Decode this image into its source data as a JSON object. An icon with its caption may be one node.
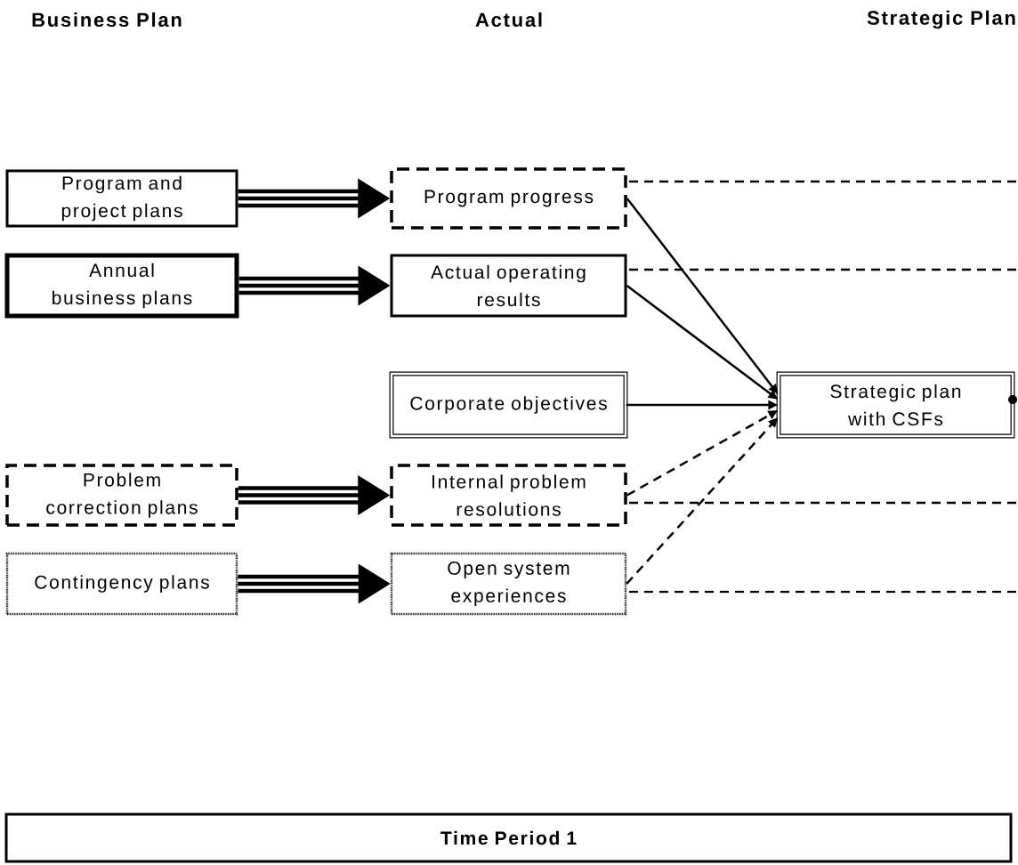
{
  "diagram": {
    "nodes": [
      {
        "text": [
          "Program and project plans"
        ]
      },
      {
        "text": [
          "Program progress"
        ]
      },
      {
        "text": [
          "Annual business plans"
        ]
      },
      {
        "text": [
          "Actual operating results"
        ]
      },
      {
        "text": [
          "Corporate objectives"
        ]
      },
      {
        "text": [
          "Strategic plan with CSFs"
        ]
      },
      {
        "text": [
          "Problem correction plans"
        ]
      },
      {
        "text": [
          "Internal problem resolutions"
        ]
      },
      {
        "text": [
          "Contingency plans"
        ]
      },
      {
        "text": [
          "Open system experiences"
        ]
      },
      {
        "text": [
          "Time Period 1"
        ]
      }
    ],
    "edges": [
      {
        "from": 0,
        "to": 1,
        "arrow": "to",
        "style": "thick"
      },
      {
        "from": 2,
        "to": 3,
        "arrow": "to",
        "style": "thick"
      },
      {
        "from": 6,
        "to": 7,
        "arrow": "to",
        "style": "thick"
      },
      {
        "from": 8,
        "to": 9,
        "arrow": "to",
        "style": "thick"
      },
      {
        "from": 1,
        "to": 5,
        "arrow": "to"
      },
      {
        "from": 3,
        "to": 5,
        "arrow": "to"
      },
      {
        "from": 4,
        "to": 5,
        "arrow": "to"
      },
      {
        "from": 7,
        "to": 5,
        "arrow": "to",
        "style": "dashed"
      },
      {
        "from": 9,
        "to": 5,
        "arrow": "to",
        "style": "dashed"
      },
      {
        "from": 1,
        "to": null,
        "arrow": "none",
        "style": "dashed"
      },
      {
        "from": 3,
        "to": null,
        "arrow": "none",
        "style": "dashed"
      },
      {
        "from": 7,
        "to": null,
        "arrow": "none",
        "style": "dashed"
      },
      {
        "from": 9,
        "to": null,
        "arrow": "none",
        "style": "dashed"
      }
    ],
    "labels": [
      "Business Plan",
      "Actual",
      "Strategic Plan"
    ]
  }
}
